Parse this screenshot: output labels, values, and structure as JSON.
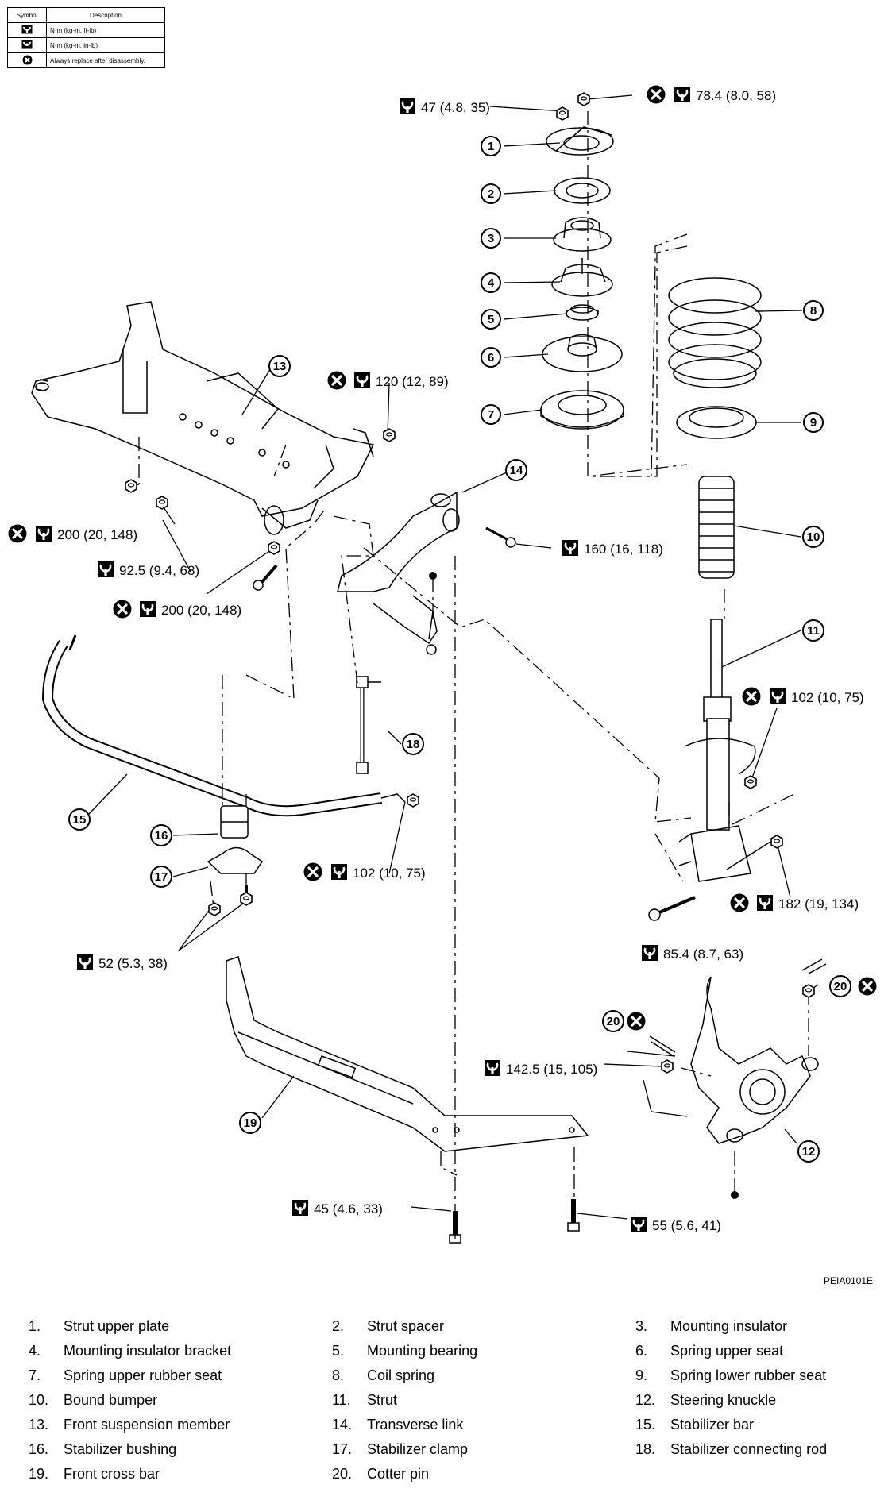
{
  "legend": {
    "headers": [
      "Symbol",
      "Description"
    ],
    "rows": [
      {
        "icon": "torque-wrench-icon",
        "description": "N·m (kg-m, ft-lb)"
      },
      {
        "icon": "torque-wrench-inlb-icon",
        "description": "N·m (kg-m, in-lb)"
      },
      {
        "icon": "replace-x-icon",
        "description": "Always replace after disassembly."
      }
    ]
  },
  "torque_specs": [
    "47 (4.8, 35)",
    "78.4 (8.0, 58)",
    "120 (12, 89)",
    "200 (20, 148)",
    "92.5 (9.4, 68)",
    "200 (20, 148)",
    "160 (16, 118)",
    "102 (10, 75)",
    "102 (10, 75)",
    "182 (19, 134)",
    "52 (5.3, 38)",
    "85.4 (8.7, 63)",
    "142.5 (15, 105)",
    "45 (4.6, 33)",
    "55 (5.6, 41)"
  ],
  "callouts": [
    "1",
    "2",
    "3",
    "4",
    "5",
    "6",
    "7",
    "8",
    "9",
    "10",
    "11",
    "12",
    "13",
    "14",
    "15",
    "16",
    "17",
    "19",
    "20",
    "20"
  ],
  "doc_id": "PEIA0101E",
  "parts": [
    {
      "num": "1.",
      "name": "Strut upper plate"
    },
    {
      "num": "2.",
      "name": "Strut spacer"
    },
    {
      "num": "3.",
      "name": "Mounting insulator"
    },
    {
      "num": "4.",
      "name": "Mounting insulator bracket"
    },
    {
      "num": "5.",
      "name": "Mounting bearing"
    },
    {
      "num": "6.",
      "name": "Spring upper seat"
    },
    {
      "num": "7.",
      "name": "Spring upper rubber seat"
    },
    {
      "num": "8.",
      "name": "Coil spring"
    },
    {
      "num": "9.",
      "name": "Spring lower rubber seat"
    },
    {
      "num": "10.",
      "name": "Bound bumper"
    },
    {
      "num": "11.",
      "name": "Strut"
    },
    {
      "num": "12.",
      "name": "Steering knuckle"
    },
    {
      "num": "13.",
      "name": "Front suspension member"
    },
    {
      "num": "14.",
      "name": "Transverse link"
    },
    {
      "num": "15.",
      "name": "Stabilizer bar"
    },
    {
      "num": "16.",
      "name": "Stabilizer bushing"
    },
    {
      "num": "17.",
      "name": "Stabilizer clamp"
    },
    {
      "num": "18.",
      "name": "Stabilizer connecting rod"
    },
    {
      "num": "19.",
      "name": "Front cross bar"
    },
    {
      "num": "20.",
      "name": "Cotter pin"
    }
  ]
}
